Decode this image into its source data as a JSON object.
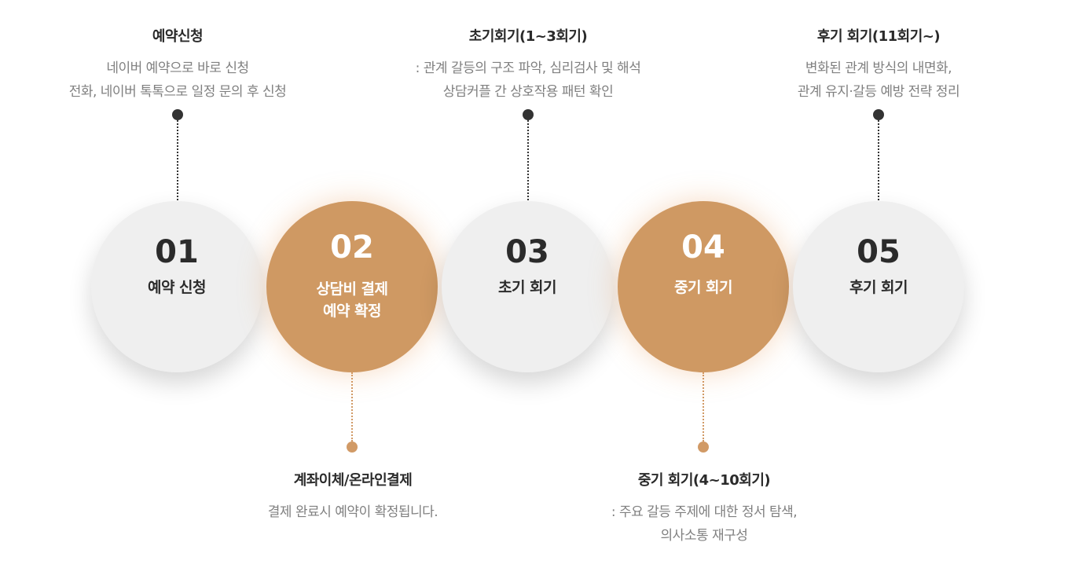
{
  "top_notes": [
    {
      "title": "예약신청",
      "lines": [
        "네이버 예약으로 바로 신청",
        "전화, 네이버 톡톡으로 일정 문의 후 신청"
      ]
    },
    {
      "title": "초기회기(1~3회기)",
      "lines": [
        ": 관계 갈등의 구조 파악, 심리검사 및 해석",
        "상담커플 간 상호작용 패턴 확인"
      ]
    },
    {
      "title": "후기 회기(11회기~)",
      "lines": [
        "변화된 관계 방식의 내면화,",
        "관계 유지·갈등 예방 전략 정리"
      ]
    }
  ],
  "bottom_notes": [
    {
      "title": "계좌이체/온라인결제",
      "lines": [
        "결제 완료시 예약이 확정됩니다."
      ]
    },
    {
      "title": "중기 회기(4~10회기)",
      "lines": [
        ": 주요 갈등 주제에 대한 정서 탐색,",
        "의사소통 재구성"
      ]
    }
  ],
  "steps": [
    {
      "num": "01",
      "lines": [
        "예약 신청"
      ]
    },
    {
      "num": "02",
      "lines": [
        "상담비 결제",
        "예약 확정"
      ]
    },
    {
      "num": "03",
      "lines": [
        "초기 회기"
      ]
    },
    {
      "num": "04",
      "lines": [
        "중기 회기"
      ]
    },
    {
      "num": "05",
      "lines": [
        "후기 회기"
      ]
    }
  ],
  "colors": {
    "accent": "#cf9963",
    "dark": "#333333",
    "light": "#efefef"
  }
}
